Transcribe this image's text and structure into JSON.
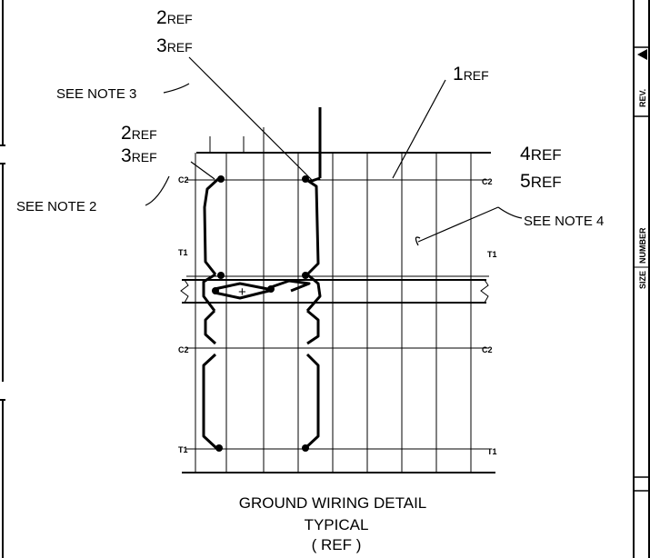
{
  "callouts": {
    "top_ref_a": "2",
    "top_ref_a_suffix": "REF",
    "top_ref_b": "3",
    "top_ref_b_suffix": "REF",
    "note3": "SEE NOTE 3",
    "ref1": "1",
    "ref1_suffix": "REF",
    "mid_ref_a": "2",
    "mid_ref_a_suffix": "REF",
    "mid_ref_b": "3",
    "mid_ref_b_suffix": "REF",
    "note2": "SEE NOTE 2",
    "ref4": "4",
    "ref4_suffix": "REF",
    "ref5": "5",
    "ref5_suffix": "REF",
    "note4": "SEE NOTE 4"
  },
  "row_labels": {
    "c2": "C2",
    "c2_right": "C2",
    "t1": "T1",
    "t1_right": "T1",
    "c2b": "C2",
    "c2b_right": "C2",
    "t1b": "T1",
    "t1b_right": "T1"
  },
  "caption": {
    "line1": "GROUND WIRING DETAIL",
    "line2": "TYPICAL",
    "line3": "( REF )"
  },
  "title_block": {
    "rev": "REV.",
    "number": "NUMBER",
    "size": "SIZE"
  }
}
